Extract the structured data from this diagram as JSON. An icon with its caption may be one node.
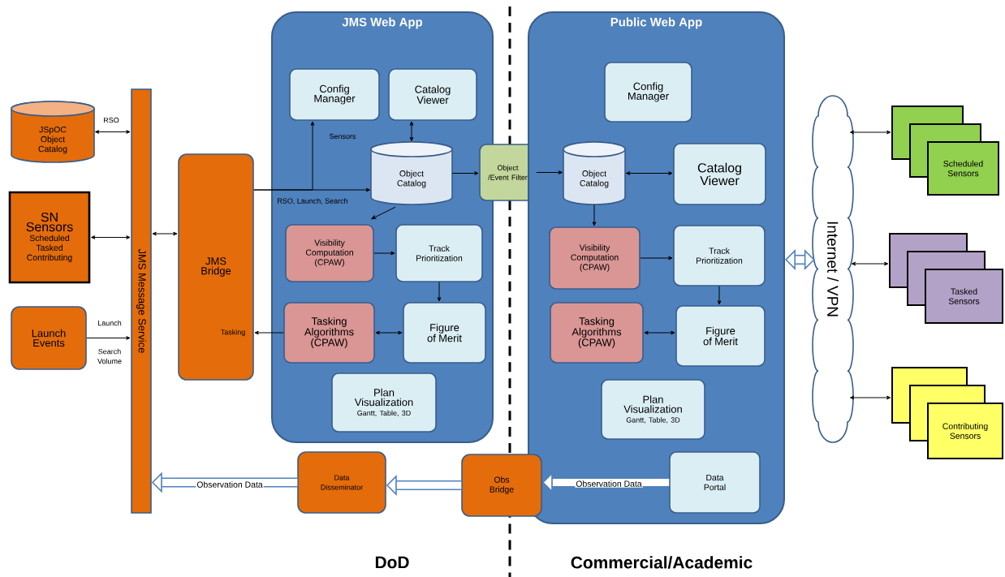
{
  "diagram": {
    "nodes": [
      {
        "text": [
          "JSpOC Object Catalog"
        ]
      },
      {
        "text": [
          "SN Sensors",
          "Scheduled Tasked Contributing"
        ]
      },
      {
        "text": [
          "Launch Events"
        ]
      },
      {
        "text": [
          "JMS Message Service"
        ]
      },
      {
        "text": [
          "JMS Bridge"
        ]
      },
      {
        "text": [
          "JMS Web App"
        ]
      },
      {
        "text": [
          "Config Manager"
        ],
        "in": 5
      },
      {
        "text": [
          "Catalog Viewer"
        ],
        "in": 5
      },
      {
        "text": [
          "Object Catalog"
        ],
        "in": 5
      },
      {
        "text": [
          "Visibility Computation (CPAW)"
        ],
        "in": 5
      },
      {
        "text": [
          "Track Prioritization"
        ],
        "in": 5
      },
      {
        "text": [
          "Tasking Algorithms (CPAW)"
        ],
        "in": 5
      },
      {
        "text": [
          "Figure of Merit"
        ],
        "in": 5
      },
      {
        "text": [
          "Plan Visualization",
          "Gantt, Table, 3D"
        ],
        "in": 5
      },
      {
        "text": [
          "Object /Event Filter"
        ]
      },
      {
        "text": [
          "Public Web App"
        ]
      },
      {
        "text": [
          "Config Manager"
        ],
        "in": 15
      },
      {
        "text": [
          "Object Catalog"
        ],
        "in": 15
      },
      {
        "text": [
          "Catalog Viewer"
        ],
        "in": 15
      },
      {
        "text": [
          "Visibility Computation (CPAW)"
        ],
        "in": 15
      },
      {
        "text": [
          "Track Prioritization"
        ],
        "in": 15
      },
      {
        "text": [
          "Tasking Algorithms (CPAW)"
        ],
        "in": 15
      },
      {
        "text": [
          "Figure of Merit"
        ],
        "in": 15
      },
      {
        "text": [
          "Plan Visualization",
          "Gantt, Table, 3D"
        ],
        "in": 15
      },
      {
        "text": [
          "Data Portal"
        ],
        "in": 15
      },
      {
        "text": [
          "Obs Bridge"
        ]
      },
      {
        "text": [
          "Data Disseminator"
        ]
      },
      {
        "text": [
          "Internet / VPN"
        ]
      },
      {
        "text": [
          "Scheduled Sensors"
        ]
      },
      {
        "text": [
          "Tasked Sensors"
        ]
      },
      {
        "text": [
          "Contributing Sensors"
        ]
      }
    ],
    "edges": [
      {
        "from": 0,
        "to": 3,
        "arrow": "both",
        "label": "RSO"
      },
      {
        "from": 1,
        "to": 3,
        "arrow": "both"
      },
      {
        "from": 2,
        "to": 3,
        "arrow": "to",
        "label": "Launch"
      },
      {
        "from": 3,
        "to": 4,
        "arrow": "both"
      },
      {
        "from": 4,
        "to": 8,
        "arrow": "to",
        "label": "RSO, Launch, Search"
      },
      {
        "from": 4,
        "to": 6,
        "arrow": "to",
        "label": "Sensors"
      },
      {
        "from": 7,
        "to": 8,
        "arrow": "both"
      },
      {
        "from": 8,
        "to": 14,
        "arrow": "to"
      },
      {
        "from": 8,
        "to": 9,
        "arrow": "to"
      },
      {
        "from": 9,
        "to": 10,
        "arrow": "to"
      },
      {
        "from": 10,
        "to": 12,
        "arrow": "to"
      },
      {
        "from": 11,
        "to": 12,
        "arrow": "both"
      },
      {
        "from": 11,
        "to": 4,
        "arrow": "to",
        "label": "Tasking"
      },
      {
        "from": 14,
        "to": 17,
        "arrow": "to"
      },
      {
        "from": 17,
        "to": 18,
        "arrow": "both"
      },
      {
        "from": 17,
        "to": 19,
        "arrow": "to"
      },
      {
        "from": 19,
        "to": 20,
        "arrow": "to"
      },
      {
        "from": 20,
        "to": 22,
        "arrow": "to"
      },
      {
        "from": 21,
        "to": 22,
        "arrow": "both"
      },
      {
        "from": 15,
        "to": 27,
        "arrow": "both",
        "style": "thick",
        "color": "#4f81bd"
      },
      {
        "from": 27,
        "to": 28,
        "arrow": "both"
      },
      {
        "from": 27,
        "to": 29,
        "arrow": "both"
      },
      {
        "from": 27,
        "to": 30,
        "arrow": "both"
      },
      {
        "from": 24,
        "to": 25,
        "arrow": "to",
        "label": "Observation Data",
        "style": "thick",
        "color": "#4f81bd"
      },
      {
        "from": 25,
        "to": 26,
        "arrow": "to",
        "style": "thick",
        "color": "#4f81bd"
      },
      {
        "from": 26,
        "to": 3,
        "arrow": "to",
        "label": "Observation Data",
        "style": "thick",
        "color": "#4f81bd"
      }
    ],
    "labels": [
      "Search Volume",
      "DoD",
      "Commercial/Academic"
    ]
  }
}
